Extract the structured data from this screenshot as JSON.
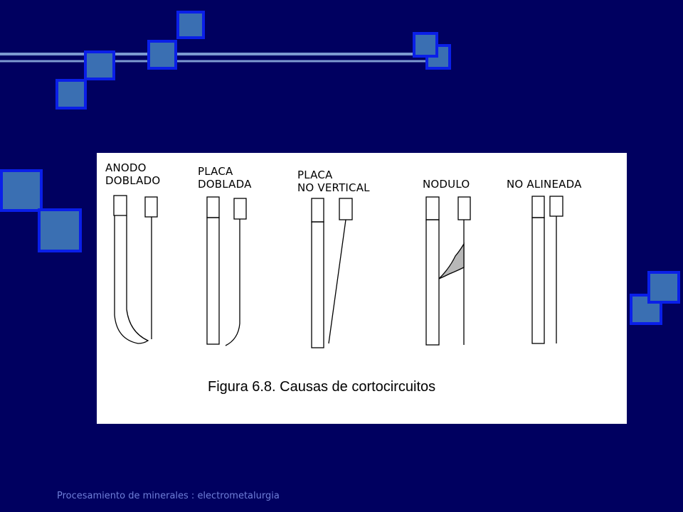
{
  "figure": {
    "labels": {
      "anodo_doblado": "ANODO\nDOBLADO",
      "placa_doblada": "PLACA\nDOBLADA",
      "placa_no_vertical": "PLACA\nNO VERTICAL",
      "nodulo": "NODULO",
      "no_alineada": "NO ALINEADA"
    },
    "caption": "Figura 6.8. Causas de cortocircuitos"
  },
  "footer": {
    "text": "Procesamiento de minerales : electrometalurgia"
  },
  "colors": {
    "background": "#000060",
    "square_fill": "#3a6fb2",
    "square_border": "#0a1fe8",
    "decor_line": "#7c9ad0",
    "footer_text": "#6f7fd8"
  }
}
